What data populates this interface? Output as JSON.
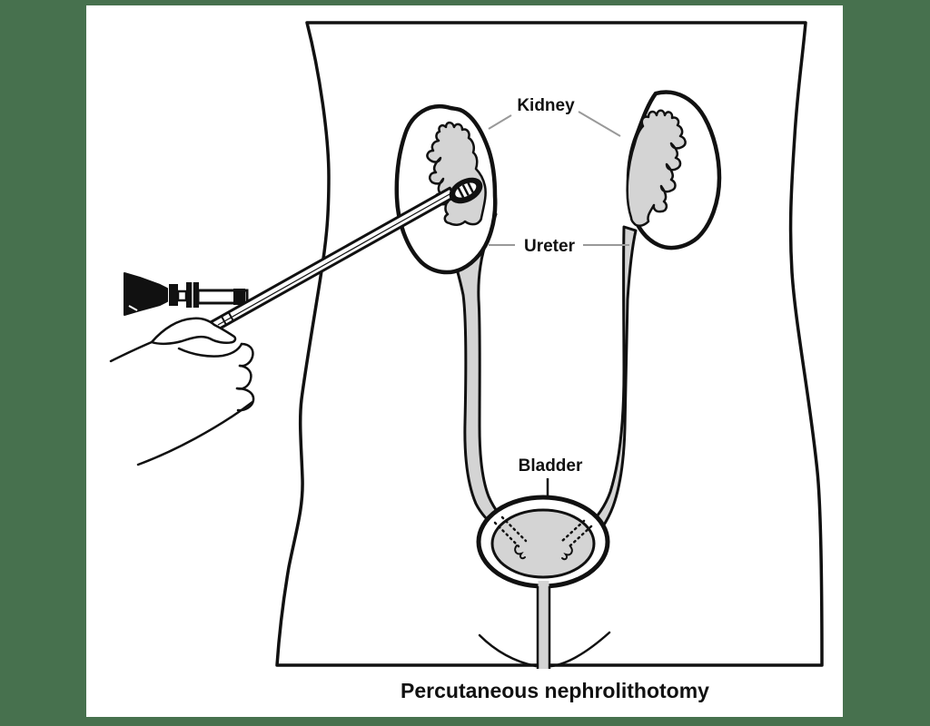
{
  "page": {
    "background_color": "#47714E",
    "panel_color": "#FFFFFF"
  },
  "diagram": {
    "caption": "Percutaneous nephrolithotomy",
    "labels": {
      "kidney": "Kidney",
      "ureter": "Ureter",
      "bladder": "Bladder"
    },
    "colors": {
      "outline": "#111111",
      "organ_fill": "#D4D4D4",
      "leader_line": "#999999",
      "stone": "#111111"
    }
  }
}
